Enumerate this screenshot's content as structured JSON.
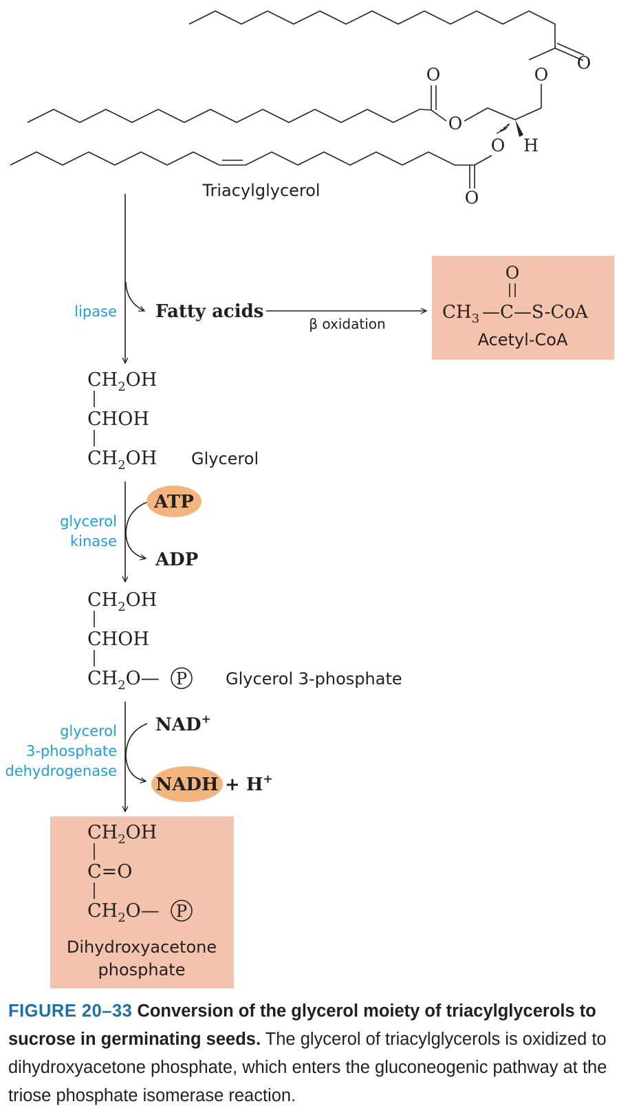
{
  "triacylglycerol": {
    "label": "Triacylglycerol",
    "atoms": {
      "o1": "O",
      "o2": "O",
      "o3": "O",
      "o4": "O",
      "o5": "O",
      "o6": "O",
      "h": "H"
    }
  },
  "step1": {
    "enzyme": "lipase",
    "product": "Fatty acids",
    "process": "β oxidation",
    "acetyl_coa": {
      "o": "O",
      "formula_left": "CH",
      "sub3": "3",
      "formula_right": "—C—S-CoA",
      "name": "Acetyl-CoA"
    }
  },
  "glycerol": {
    "l1": "CH",
    "l1s": "2",
    "l1b": "OH",
    "l2": "CHOH",
    "l3": "CH",
    "l3s": "2",
    "l3b": "OH",
    "name": "Glycerol"
  },
  "step2": {
    "enzyme_l1": "glycerol",
    "enzyme_l2": "kinase",
    "cofactor_in": "ATP",
    "cofactor_out": "ADP"
  },
  "g3p": {
    "l1": "CH",
    "l1s": "2",
    "l1b": "OH",
    "l2": "CHOH",
    "l3": "CH",
    "l3s": "2",
    "l3b": "O—",
    "p": "P",
    "name": "Glycerol 3-phosphate"
  },
  "step3": {
    "enzyme_l1": "glycerol",
    "enzyme_l2": "3-phosphate",
    "enzyme_l3": "dehydrogenase",
    "cofactor_in": "NAD",
    "cofactor_out": "NADH",
    "plus_h": "+ H",
    "sup": "+"
  },
  "dhap": {
    "l1": "CH",
    "l1s": "2",
    "l1b": "OH",
    "l2": "C=O",
    "l3": "CH",
    "l3s": "2",
    "l3b": "O—",
    "p": "P",
    "name_l1": "Dihydroxyacetone",
    "name_l2": "phosphate"
  },
  "caption": {
    "figure": "FIGURE 20–33",
    "bold": "Conversion of the glycerol moiety of triacylglycerols to sucrose in germinating seeds.",
    "text": "The glycerol of triacylglycerols is oxidized to dihydroxyacetone phosphate, which enters the gluconeogenic pathway at the triose phosphate isomerase reaction."
  },
  "colors": {
    "enzyme": "#1ba1d8",
    "box": "#f4c3ad",
    "oval": "#f3b57d",
    "figure": "#1e6fa3"
  }
}
